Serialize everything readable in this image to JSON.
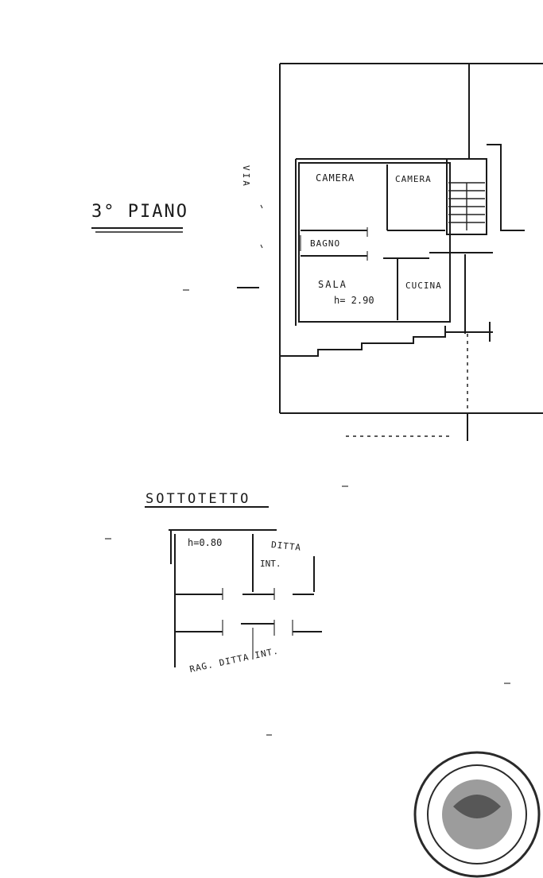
{
  "floor_title": "3° PIANO",
  "street_label": "VIA",
  "rooms_3": {
    "camera_1": "CAMERA",
    "camera_2": "CAMERA",
    "bagno": "BAGNO",
    "sala": "SALA",
    "sala_height": "h= 2.90",
    "cucina": "CUCINA"
  },
  "attic_title": "SOTTOTETTO",
  "attic": {
    "height": "h=0.80",
    "ditta": "DITTA",
    "int": "INT.",
    "bottom_note": "RAG. DITTA INT."
  }
}
